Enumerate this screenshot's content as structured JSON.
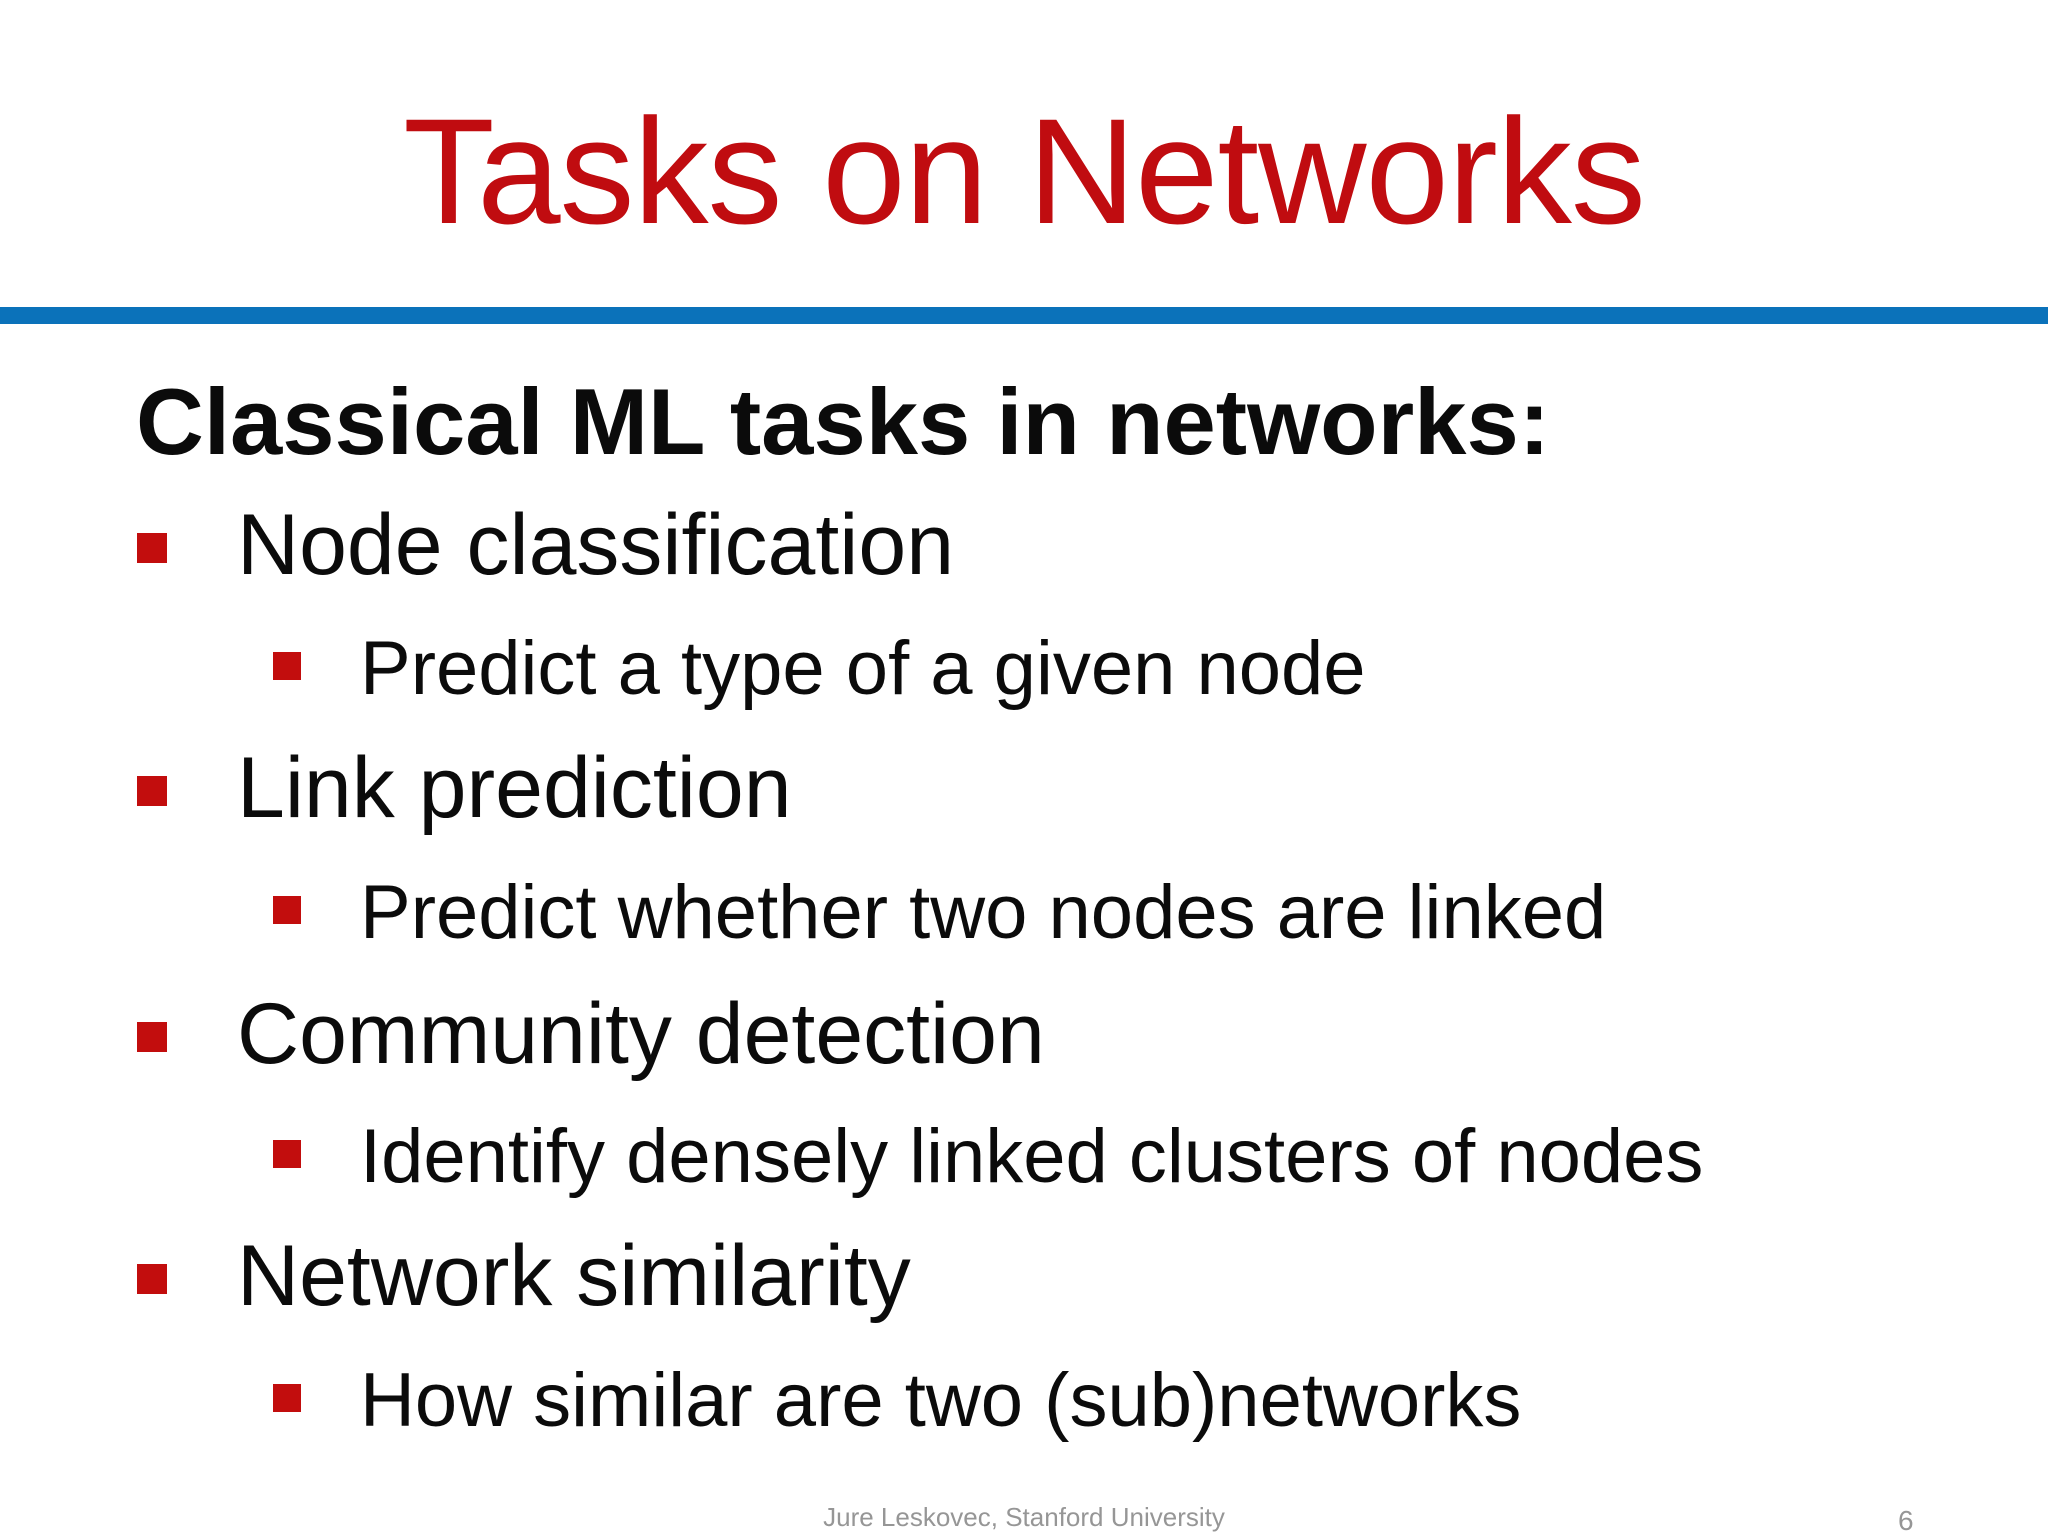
{
  "slide": {
    "title": "Tasks on Networks",
    "heading": "Classical ML tasks in networks:",
    "bullets": [
      {
        "label": "Node classification",
        "sub": "Predict a type of a given node"
      },
      {
        "label": "Link prediction",
        "sub": "Predict whether two nodes are linked"
      },
      {
        "label": "Community detection",
        "sub": "Identify densely linked clusters of nodes"
      },
      {
        "label": "Network similarity",
        "sub": "How similar are two (sub)networks"
      }
    ],
    "footer": {
      "credit": "Jure Leskovec, Stanford University",
      "page_number": "6"
    },
    "colors": {
      "title_red": "#c00c10",
      "bullet_red": "#c20d0d",
      "rule_blue": "#0b72ba",
      "text_black": "#0b0b0b",
      "footer_gray": "#969696",
      "background": "#ffffff"
    }
  }
}
